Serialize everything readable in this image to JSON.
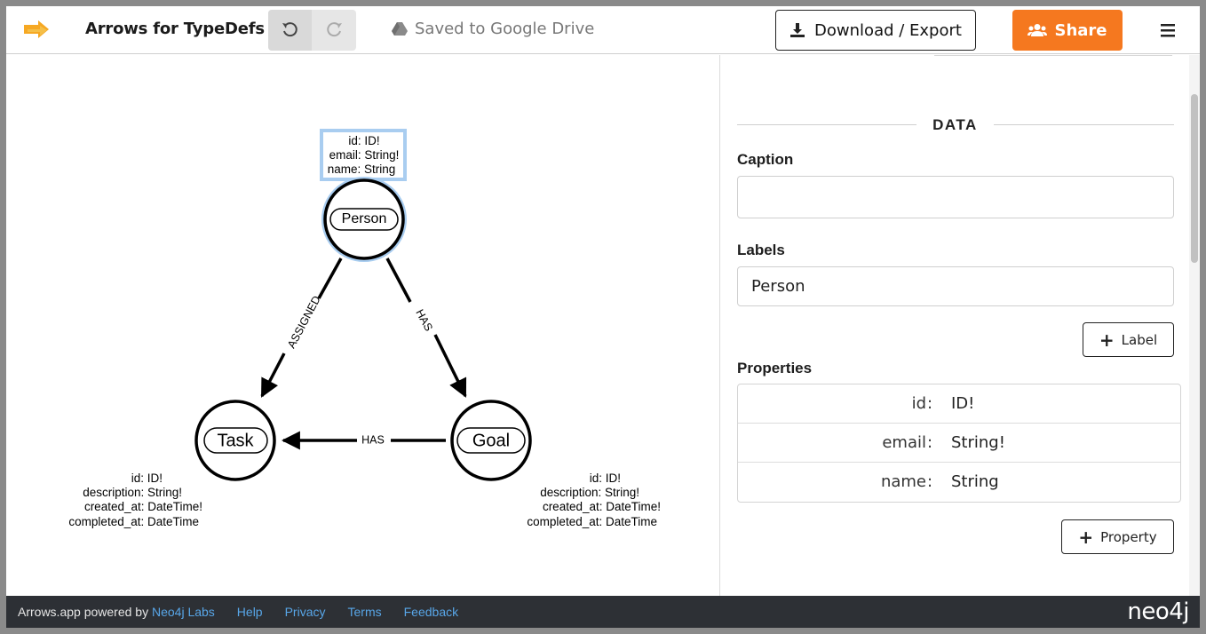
{
  "header": {
    "app_title": "Arrows for TypeDefs",
    "saved_status": "Saved to Google Drive",
    "download_label": "Download / Export",
    "share_label": "Share",
    "accent_color": "#f5781f"
  },
  "graph": {
    "nodes": [
      {
        "id": "person",
        "caption": "Person",
        "selected": true,
        "properties": [
          "id: ID!",
          "email: String!",
          "name: String"
        ]
      },
      {
        "id": "task",
        "caption": "Task",
        "selected": false,
        "properties": [
          "id: ID!",
          "description: String!",
          "created_at: DateTime!",
          "completed_at: DateTime"
        ]
      },
      {
        "id": "goal",
        "caption": "Goal",
        "selected": false,
        "properties": [
          "id: ID!",
          "description: String!",
          "created_at: DateTime!",
          "completed_at: DateTime"
        ]
      }
    ],
    "relationships": [
      {
        "from": "person",
        "to": "task",
        "type": "ASSIGNED"
      },
      {
        "from": "person",
        "to": "goal",
        "type": "HAS"
      },
      {
        "from": "goal",
        "to": "task",
        "type": "HAS"
      }
    ],
    "selection_color": "#a9cdf0"
  },
  "inspector": {
    "section_title": "DATA",
    "caption_label": "Caption",
    "caption_value": "",
    "labels_label": "Labels",
    "labels_value": "Person",
    "add_label_button": "Label",
    "properties_label": "Properties",
    "properties": [
      {
        "key": "id",
        "value": "ID!"
      },
      {
        "key": "email",
        "value": "String!"
      },
      {
        "key": "name",
        "value": "String"
      }
    ],
    "add_property_button": "Property"
  },
  "footer": {
    "powered_text": "Arrows.app powered by",
    "powered_link": "Neo4j Labs",
    "links": [
      "Help",
      "Privacy",
      "Terms",
      "Feedback"
    ],
    "brand": "neo4j"
  }
}
